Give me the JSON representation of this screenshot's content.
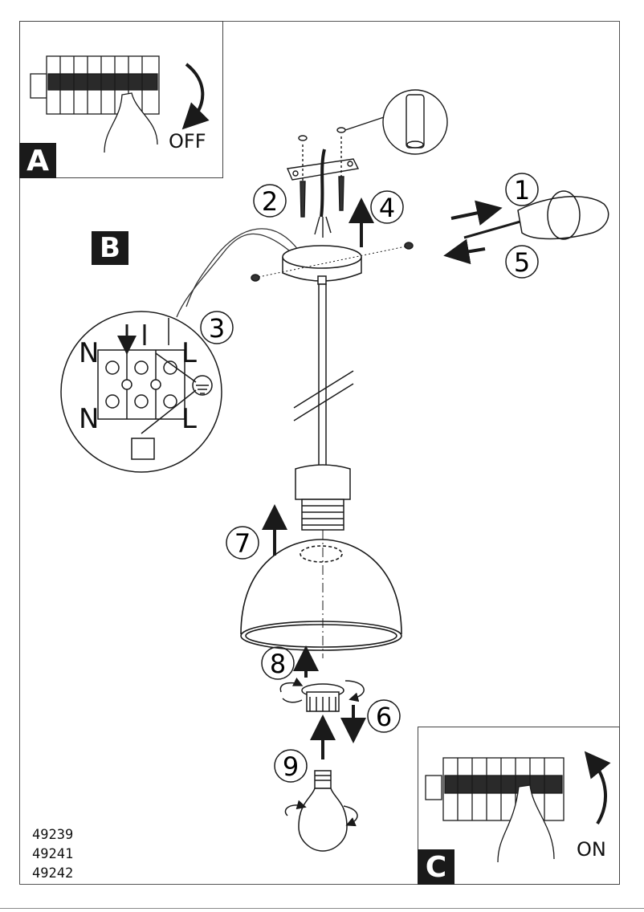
{
  "panels": {
    "a": {
      "letter": "A",
      "switch_label": "OFF"
    },
    "b": {
      "letter": "B"
    },
    "c": {
      "letter": "C",
      "switch_label": "ON"
    }
  },
  "terminal_labels": {
    "neutral_top": "N",
    "live_top": "L",
    "neutral_bottom": "N",
    "live_bottom": "L"
  },
  "steps": [
    "1",
    "2",
    "3",
    "4",
    "5",
    "6",
    "7",
    "8",
    "9"
  ],
  "model_numbers": [
    "49239",
    "49241",
    "49242"
  ],
  "colors": {
    "line": "#1a1a1a",
    "panel_fill": "#1a1a1a",
    "background": "#ffffff"
  }
}
